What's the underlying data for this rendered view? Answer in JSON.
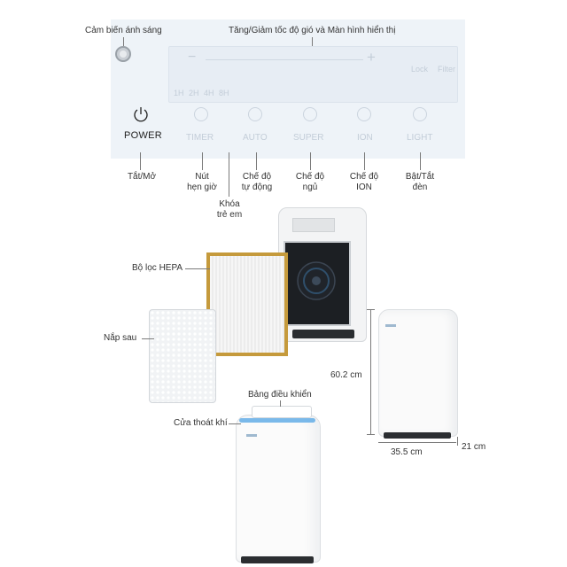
{
  "labels": {
    "light_sensor": "Cảm biến ánh sáng",
    "speed_display": "Tăng/Giảm tốc độ gió và Màn hình hiển thị",
    "on_off": "Tắt/Mở",
    "timer_btn_1": "Nút",
    "timer_btn_2": "hẹn giờ",
    "child_lock_1": "Khóa",
    "child_lock_2": "trẻ em",
    "auto_mode_1": "Chế độ",
    "auto_mode_2": "tự động",
    "sleep_mode_1": "Chế độ",
    "sleep_mode_2": "ngủ",
    "ion_mode_1": "Chế độ",
    "ion_mode_2": "ION",
    "light_toggle_1": "Bật/Tắt",
    "light_toggle_2": "đèn",
    "hepa_filter": "Bộ lọc HEPA",
    "back_cover": "Nắp sau",
    "control_panel": "Bảng điều khiển",
    "air_outlet": "Cửa thoát khí"
  },
  "panel": {
    "power": "POWER",
    "timer": "TIMER",
    "auto": "AUTO",
    "super": "SUPER",
    "ion": "ION",
    "light": "LIGHT",
    "minus": "−",
    "plus": "+",
    "lock": "Lock",
    "filter": "Filter",
    "hours": [
      "1H",
      "2H",
      "4H",
      "8H"
    ]
  },
  "dimensions": {
    "height": "60.2 cm",
    "width": "35.5 cm",
    "depth": "21 cm"
  },
  "colors": {
    "panel_bg": "#eef3f8",
    "accent_blue": "#5aa9e6",
    "frame_gold": "#c59a3c"
  }
}
